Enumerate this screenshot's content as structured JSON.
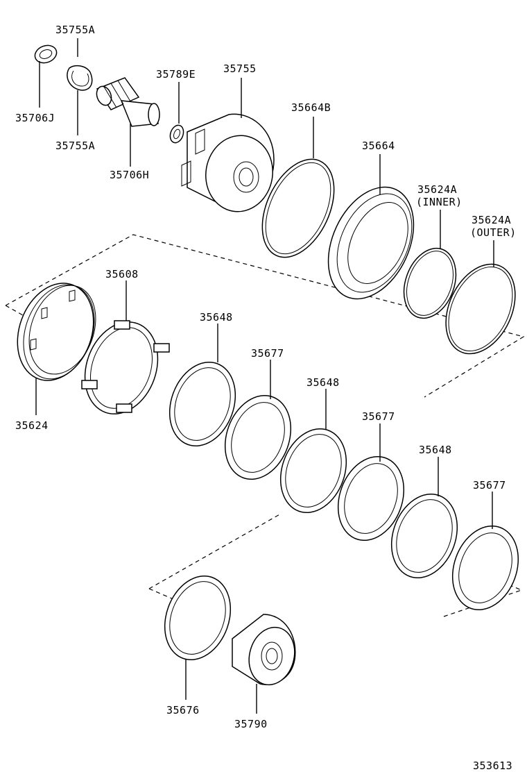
{
  "diagram_id": "353613",
  "parts": {
    "p35755A_top": "35755A",
    "p35706J": "35706J",
    "p35755A_bottom": "35755A",
    "p35706H": "35706H",
    "p35789E": "35789E",
    "p35755": "35755",
    "p35664B": "35664B",
    "p35664": "35664",
    "p35624A_inner_num": "35624A",
    "p35624A_inner_note": "(INNER)",
    "p35624A_outer_num": "35624A",
    "p35624A_outer_note": "(OUTER)",
    "p35608": "35608",
    "p35624": "35624",
    "p35648_a": "35648",
    "p35677_a": "35677",
    "p35648_b": "35648",
    "p35677_b": "35677",
    "p35648_c": "35648",
    "p35677_c": "35677",
    "p35676": "35676",
    "p35790": "35790"
  }
}
